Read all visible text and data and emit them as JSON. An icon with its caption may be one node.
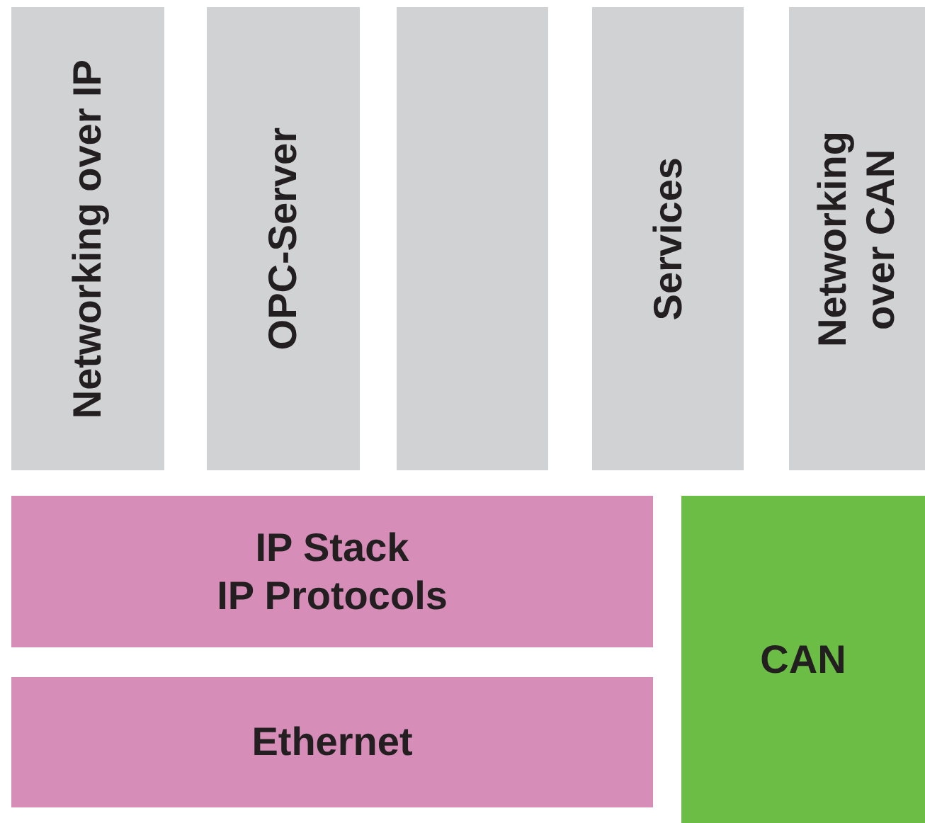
{
  "diagram": {
    "nodes": [
      {
        "text": [
          "Networking over IP"
        ]
      },
      {
        "text": [
          "OPC-Server"
        ]
      },
      {
        "text": [],
        "shape": "box"
      },
      {
        "text": [
          "Services"
        ]
      },
      {
        "text": [
          "Networking over CAN"
        ]
      },
      {
        "text": [
          "IP Stack",
          "IP Protocols"
        ]
      },
      {
        "text": [
          "Ethernet"
        ]
      },
      {
        "text": [
          "CAN"
        ]
      }
    ]
  }
}
